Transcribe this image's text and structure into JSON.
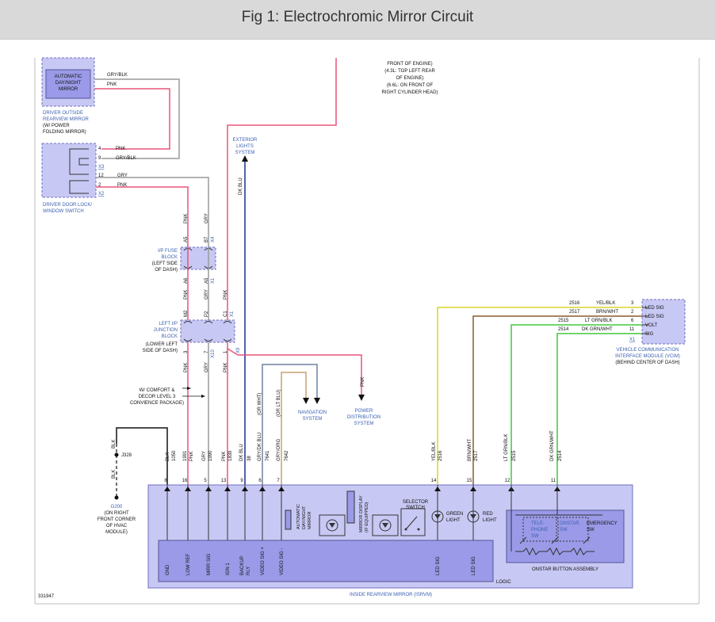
{
  "title": "Fig 1: Electrochromic Mirror Circuit",
  "colors": {
    "wire_pink": "#e8557a",
    "wire_gray": "#9a9a9a",
    "wire_blue": "#1f2f8f",
    "wire_orange": "#c7a070",
    "wire_slate": "#7080a0",
    "wire_yellow": "#d6d628",
    "wire_brown": "#8a5a2a",
    "wire_green": "#3ec83e",
    "component_fill": "#c8c8f4",
    "component_dark": "#9a9ae8",
    "label_blue": "#3a5fb0"
  },
  "components": {
    "auto_mirror_box": "AUTOMATIC DAY/NIGHT MIRROR",
    "outside_mirror": "DRIVER OUTSIDE REARVIEW MIRROR (W/ POWER FOLDING MIRROR)",
    "door_switch": "DRIVER DOOR LOCK/ WINDOW SWITCH",
    "fuse_block": "I/P FUSE BLOCK",
    "fuse_block_note": "(LEFT SIDE OF DASH)",
    "junction_block": "LEFT I/P JUNCTION BLOCK",
    "junction_block_note": "(LOWER LEFT SIDE OF DASH)",
    "exterior_lights": "EXTERIOR LIGHTS SYSTEM",
    "front_engine": "FRONT OF ENGINE) (4.3L: TOP LEFT REAR OF ENGINE) (6.6L: ON FRONT OF RIGHT CYLINDER HEAD)",
    "comfort_note": "W/ COMFORT & DECOR LEVEL 3 CONVIENCE PACKAGE)",
    "navigation": "NAVIGATION SYSTEM",
    "power_distribution": "POWER DISTRIBUTION SYSTEM",
    "vcim": "VEHICLE COMMUNICATION INTERFACE MODULE (VCIM)",
    "vcim_note": "(BEHIND CENTER OF DASH)",
    "ground": "G200",
    "ground_note": "(ON RIGHT FRONT CORNER OF HVAC MODULE)",
    "isrvm": "INSIDE REARVIEW MIRROR (ISRVM)",
    "onstar_assembly": "ONSTAR BUTTON ASSEMBLY",
    "logic": "LOGIC",
    "figure_number": "331947"
  },
  "door_switch_pins": [
    {
      "pin": "4",
      "color": "PNK"
    },
    {
      "pin": "9",
      "color": "GRY/BLK"
    },
    {
      "pin": "12",
      "color": "GRY"
    },
    {
      "pin": "2",
      "color": "PNK"
    }
  ],
  "door_switch_connectors": [
    "X3",
    "X2"
  ],
  "outside_mirror_wires": [
    "GRY/BLK",
    "PNK"
  ],
  "vertical_wire_labels": {
    "pnk_upper": "PNK",
    "gry_upper": "GRY",
    "dk_blu_upper": "DK BLU",
    "a5": "A5",
    "b7": "B7",
    "x4": "X4",
    "a6": "A6",
    "a5b": "A5",
    "x1a": "X1",
    "pnk_mid": "PNK",
    "gry_mid": "GRY",
    "pnk_mid2": "PNK",
    "m2": "M2",
    "p2": "P2",
    "c1": "C1",
    "x1b": "X1",
    "j3": "3",
    "j7": "7",
    "j1": "1",
    "x10": "X10",
    "x9": "X9",
    "pnk_low": "PNK",
    "gry_low": "GRY",
    "pnk_low2": "PNK",
    "or_wht": "(OR WHT)",
    "or_ltblu": "(OR LT BLU)",
    "pnk_pwr": "PNK",
    "blk_a": "BLK",
    "j328": "J328",
    "blk_b": "BLK"
  },
  "vcim_pins": [
    {
      "circuit": "2516",
      "color": "YEL/BLK",
      "pin": "3",
      "label": "LED SIG"
    },
    {
      "circuit": "2517",
      "color": "BRN/WHT",
      "pin": "2",
      "label": "LED SIG"
    },
    {
      "circuit": "2515",
      "color": "LT GRN/BLK",
      "pin": "6",
      "label": "VOLT"
    },
    {
      "circuit": "2514",
      "color": "DK GRN/WHT",
      "pin": "11",
      "label": "SIG"
    }
  ],
  "vcim_connector": "X1",
  "isrvm_pins": [
    {
      "pin": "8",
      "color": "BLK",
      "circuit": "1050",
      "func": "GND"
    },
    {
      "pin": "16",
      "color": "PNK",
      "circuit": "1991",
      "func": "LOW REF"
    },
    {
      "pin": "5",
      "color": "GRY",
      "circuit": "1990",
      "func": "MIRR SIG"
    },
    {
      "pin": "13",
      "color": "PNK",
      "circuit": "1839",
      "func": "IGN 1"
    },
    {
      "pin": "9",
      "color": "DK BLU",
      "circuit": "38",
      "func": "BACKUP RLY"
    },
    {
      "pin": "6",
      "color": "GRY/DK BLU",
      "circuit": "7641",
      "func": "VIDEO SIG +"
    },
    {
      "pin": "7",
      "color": "GRY/ORG",
      "circuit": "7642",
      "func": "VIDEO SIG -"
    },
    {
      "pin": "14",
      "color": "YEL/BLK",
      "circuit": "2516",
      "func": "LED SIG"
    },
    {
      "pin": "15",
      "color": "BRN/WHT",
      "circuit": "2517",
      "func": "LED SIG"
    },
    {
      "pin": "12",
      "color": "LT GRN/BLK",
      "circuit": "2515",
      "func": ""
    },
    {
      "pin": "11",
      "color": "DK GRN/WHT",
      "circuit": "2514",
      "func": ""
    }
  ],
  "isrvm_internal": {
    "auto_dimming": "AUTOMATIC DAY/NIGHT MIRROR",
    "mirror_display": "MIRROR DISPLAY (IF EQUIPPED)",
    "selector_switch": "SELECTOR SWITCH",
    "green_light": "GREEN LIGHT",
    "red_light": "RED LIGHT",
    "telephone_sw": "TELE- PHONE SW",
    "onstar_sw": "ONSTAR SW",
    "emergency_sw": "EMERGENCY SW"
  }
}
